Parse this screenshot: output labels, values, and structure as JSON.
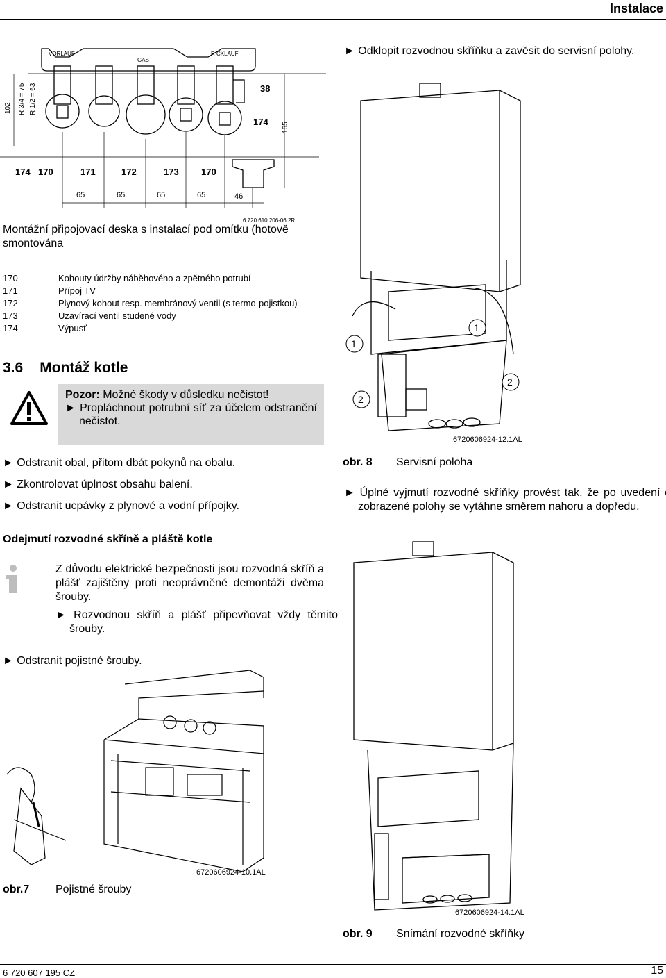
{
  "header": {
    "section_title": "Instalace"
  },
  "footer": {
    "doc_number": "6 720 607 195 CZ",
    "page_number": "15"
  },
  "fig_top": {
    "labels": {
      "vorlauf": "VORLAUF",
      "gas": "GAS",
      "rucklauf": "R CKLAUF",
      "r34": "R 3/4 = 75",
      "r12": "R 1/2 = 63",
      "h102": "102",
      "h165": "165",
      "n38": "38",
      "n174_right": "174",
      "bottom_nums": [
        "174",
        "170",
        "171",
        "172",
        "173",
        "170"
      ],
      "dims": [
        "65",
        "65",
        "65",
        "65",
        "46"
      ],
      "code": "6 720 610 206-06.2R"
    },
    "caption": "Montážní připojovací deska s instalací pod omítku (hotově smontována"
  },
  "legend": [
    {
      "num": "170",
      "text": "Kohouty údržby náběhového a zpětného potrubí"
    },
    {
      "num": "171",
      "text": "Přípoj TV"
    },
    {
      "num": "172",
      "text": "Plynový kohout resp. membránový ventil (s termo-pojistkou)"
    },
    {
      "num": "173",
      "text": "Uzavírací ventil studené vody"
    },
    {
      "num": "174",
      "text": "Výpusť"
    }
  ],
  "section": {
    "number": "3.6",
    "title": "Montáž kotle"
  },
  "warning": {
    "label": "Pozor:",
    "text": " Možné škody v důsledku nečistot!",
    "bullet": "Propláchnout potrubní síť za účelem odstranění nečistot."
  },
  "steps_left": [
    "Odstranit obal, přitom dbát pokynů na obalu.",
    "Zkontrolovat úplnost obsahu balení.",
    "Odstranit ucpávky z plynové a vodní přípojky."
  ],
  "subheading": "Odejmutí rozvodné skříně a pláště kotle",
  "info": {
    "text": "Z důvodu elektrické bezpečnosti jsou rozvodná skříň a plášť zajištěny proti neoprávněné demontáži dvěma šrouby.",
    "bullet": "Rozvodnou skříň a plášť připevňovat vždy těmito šrouby."
  },
  "step_screws": "Odstranit pojistné šrouby.",
  "fig7": {
    "code": "6720606924-10.1AL",
    "label": "obr.7",
    "caption": "Pojistné šrouby"
  },
  "right": {
    "step1": "Odklopit rozvodnou skříňku a zavěsit do servisní polohy.",
    "fig8": {
      "code": "6720606924-12.1AL",
      "label": "obr. 8",
      "caption": "Servisní poloha",
      "marks": [
        "1",
        "1",
        "2",
        "2"
      ]
    },
    "step2": "Úplné vyjmutí rozvodné skříňky provést tak, že po uvedení do zobrazené polohy se vytáhne směrem nahoru a dopředu.",
    "fig9": {
      "code": "6720606924-14.1AL",
      "label": "obr. 9",
      "caption": "Snímání rozvodné skříňky"
    }
  },
  "glyphs": {
    "bullet": "►",
    "warning_icon": "warning-triangle-icon",
    "info_icon": "info-icon"
  }
}
